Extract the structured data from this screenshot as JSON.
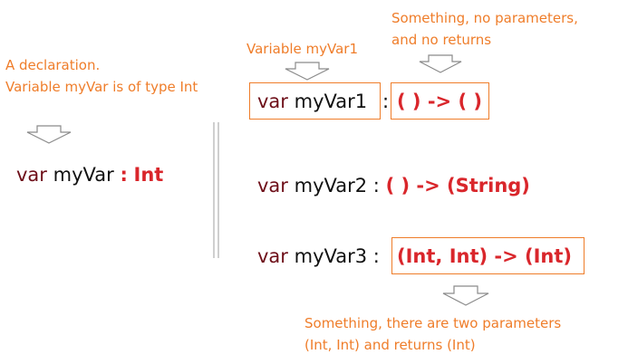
{
  "left": {
    "note_line1": "A declaration.",
    "note_line2": "Variable myVar is of type Int",
    "decl": {
      "keyword": "var",
      "name": "myVar",
      "colon": ":",
      "type": "Int"
    }
  },
  "top_note": {
    "line1": "Something, no parameters,",
    "line2": "and no returns"
  },
  "var1_label": "Variable myVar1",
  "decl1": {
    "keyword": "var",
    "name": "myVar1",
    "colon": ":",
    "type": "( ) -> ( )"
  },
  "decl2": {
    "keyword": "var",
    "name": "myVar2",
    "colon": ":",
    "type": "( ) -> (String)"
  },
  "decl3": {
    "keyword": "var",
    "name": "myVar3",
    "colon": ":",
    "type": "(Int, Int) -> (Int)"
  },
  "bottom_note": {
    "line1": "Something, there are two parameters",
    "line2": "(Int, Int) and returns (Int)"
  },
  "colors": {
    "annotation": "#ef7d2a",
    "keyword": "#6e0f19",
    "type": "#d9262b",
    "arrow_stroke": "#8a8a8a"
  }
}
